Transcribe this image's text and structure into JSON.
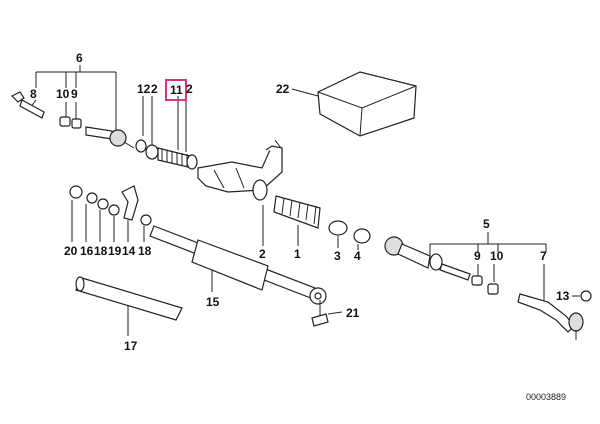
{
  "diagram": {
    "labels": {
      "l6": "6",
      "l8": "8",
      "l10a": "10",
      "l9a": "9",
      "l12": "12",
      "l2a": "2",
      "l11": "11",
      "l2b": "2",
      "l22": "22",
      "l20": "20",
      "l16": "16",
      "l18a": "18",
      "l19": "19",
      "l14": "14",
      "l18b": "18",
      "l2c": "2",
      "l1": "1",
      "l3": "3",
      "l4": "4",
      "l5": "5",
      "l9b": "9",
      "l10b": "10",
      "l7": "7",
      "l13": "13",
      "l15": "15",
      "l21": "21",
      "l17": "17"
    },
    "highlighted_part": "11",
    "highlight_color": "#d6338a",
    "image_code": "00003889"
  }
}
